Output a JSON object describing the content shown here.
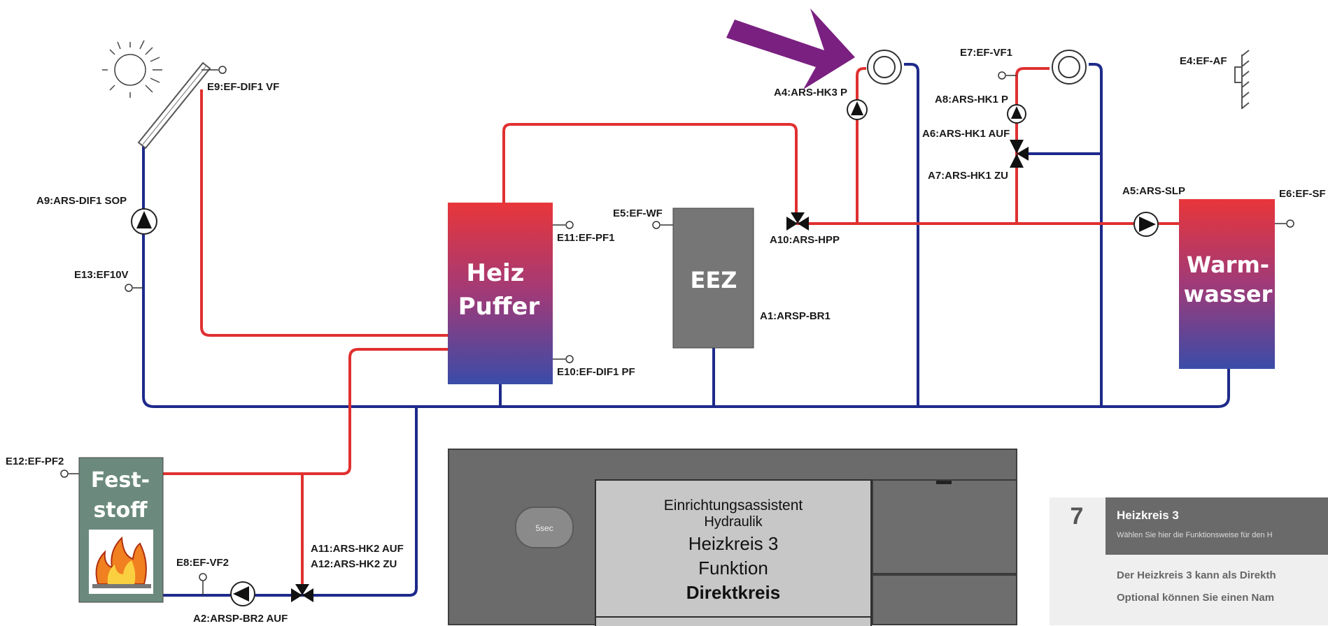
{
  "labels": {
    "e9": "E9:EF-DIF1 VF",
    "a9": "A9:ARS-DIF1 SOP",
    "e13": "E13:EF10V",
    "e12": "E12:EF-PF2",
    "e8": "E8:EF-VF2",
    "a2": "A2:ARSP-BR2 AUF",
    "a11": "A11:ARS-HK2 AUF",
    "a12": "A12:ARS-HK2 ZU",
    "e11": "E11:EF-PF1",
    "e10": "E10:EF-DIF1 PF",
    "e5": "E5:EF-WF",
    "a10": "A10:ARS-HPP",
    "a1": "A1:ARSP-BR1",
    "a4": "A4:ARS-HK3 P",
    "e7": "E7:EF-VF1",
    "a8": "A8:ARS-HK1 P",
    "a6": "A6:ARS-HK1 AUF",
    "a7": "A7:ARS-HK1 ZU",
    "e4": "E4:EF-AF",
    "a5": "A5:ARS-SLP",
    "e6": "E6:EF-SF"
  },
  "tanks": {
    "puffer_line1": "Heiz",
    "puffer_line2": "Puffer",
    "eez": "EEZ",
    "warm_line1": "Warm-",
    "warm_line2": "wasser",
    "fest_line1": "Fest-",
    "fest_line2": "stoff"
  },
  "controller": {
    "button_text": "5sec",
    "screen_line1": "Einrichtungsassistent",
    "screen_line2": "Hydraulik",
    "screen_line3": "Heizkreis 3",
    "screen_line4": "Funktion",
    "screen_line5": "Direktkreis"
  },
  "step": {
    "number": "7",
    "title": "Heizkreis 3",
    "subtitle": "Wählen Sie hier die Funktionsweise für den H",
    "body_line1": "Der Heizkreis 3 kann als Direkth",
    "body_line2": "Optional können Sie einen Nam"
  },
  "colors": {
    "supply": "#e03030",
    "return": "#1e2a8a",
    "arrow": "#7a2080",
    "controller": "#6b6b6b"
  }
}
